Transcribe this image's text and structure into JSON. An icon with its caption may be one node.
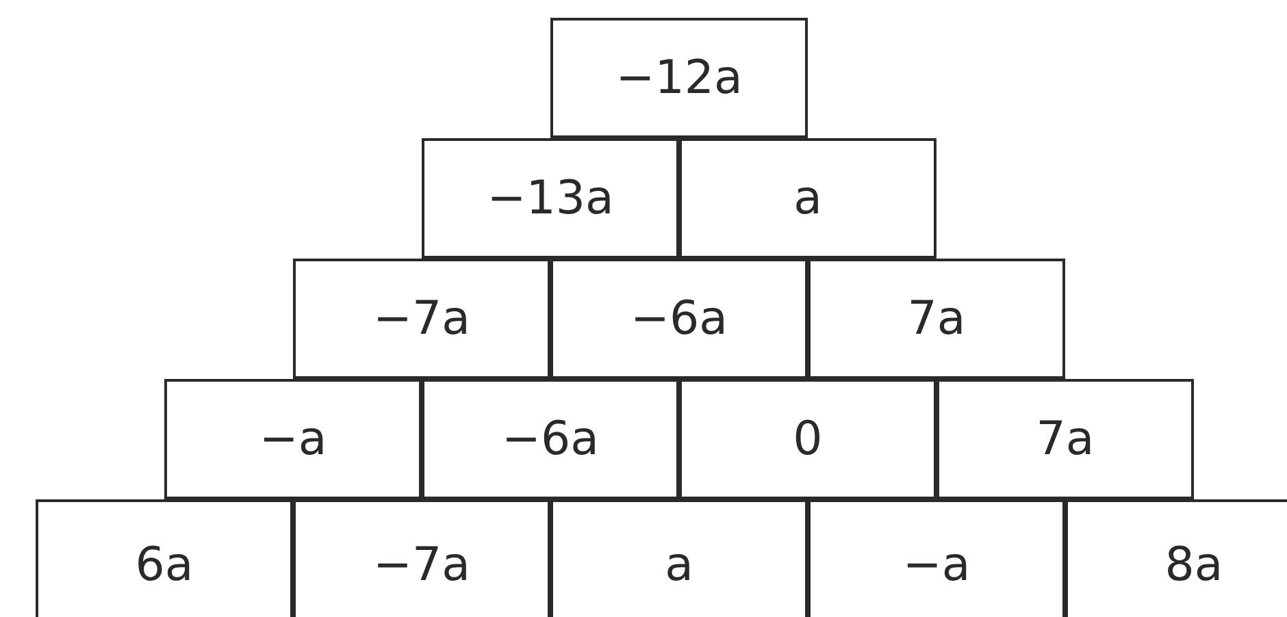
{
  "diagram": {
    "nodes": [
      {
        "text": [
          "−12a"
        ]
      },
      {
        "text": [
          "−13a"
        ]
      },
      {
        "text": [
          "a"
        ]
      },
      {
        "text": [
          "−7a"
        ]
      },
      {
        "text": [
          "−6a"
        ]
      },
      {
        "text": [
          "7a"
        ]
      },
      {
        "text": [
          "−a"
        ]
      },
      {
        "text": [
          "−6a"
        ]
      },
      {
        "text": [
          "0"
        ]
      },
      {
        "text": [
          "7a"
        ]
      },
      {
        "text": [
          "6a"
        ]
      },
      {
        "text": [
          "−7a"
        ]
      },
      {
        "text": [
          "a"
        ]
      },
      {
        "text": [
          "−a"
        ]
      },
      {
        "text": [
          "8a"
        ]
      }
    ]
  }
}
